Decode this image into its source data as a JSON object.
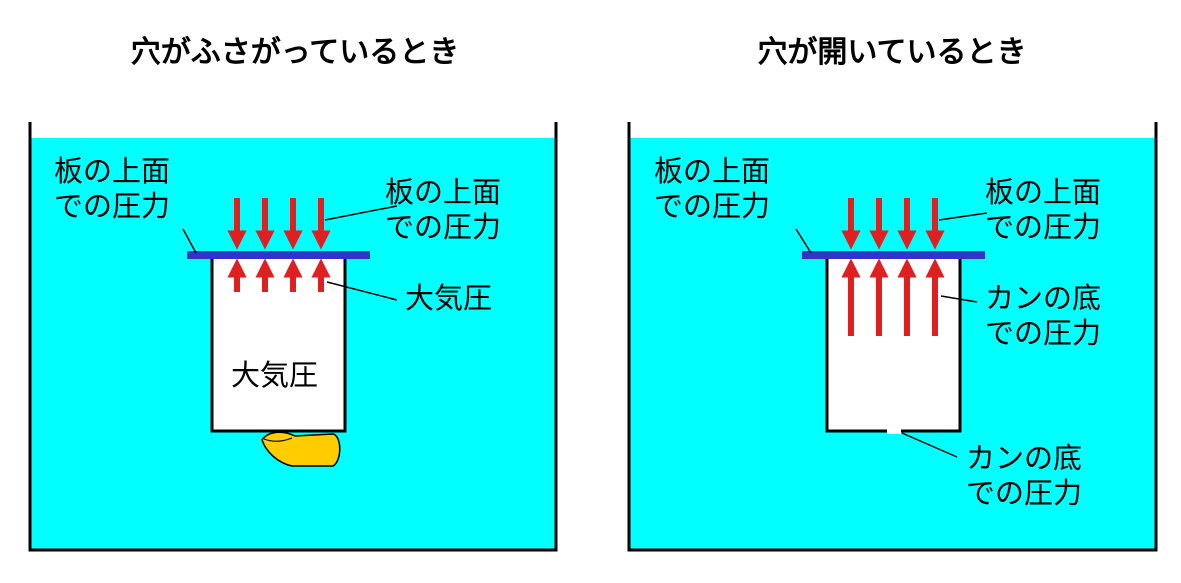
{
  "colors": {
    "water": "#00ffff",
    "plate": "#3333cc",
    "arrow": "#e02020",
    "can": "#ffffff",
    "finger": "#ffcc00",
    "line": "#000000"
  },
  "closed_panel": {
    "title": "穴がふさがっているとき",
    "label_outer_top": "板の上面\nでの圧力",
    "label_right_top": "板の上面\nでの圧力",
    "label_right_mid": "大気圧",
    "label_inside": "大気圧"
  },
  "open_panel": {
    "title": "穴が開いているとき",
    "label_outer_top": "板の上面\nでの圧力",
    "label_right_top": "板の上面\nでの圧力",
    "label_right_mid": "カンの底\nでの圧力",
    "label_bottom": "カンの底\nでの圧力"
  }
}
